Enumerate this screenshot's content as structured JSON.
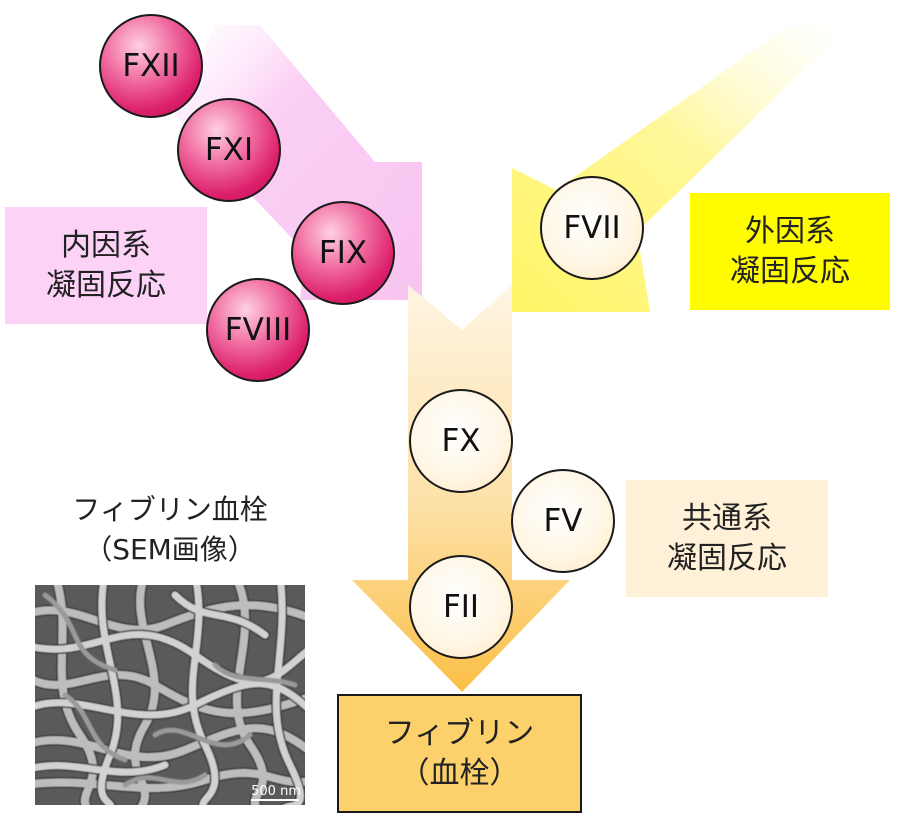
{
  "intrinsic_label": [
    "内因系",
    "凝固反応"
  ],
  "extrinsic_label": [
    "外因系",
    "凝固反応"
  ],
  "common_label": [
    "共通系",
    "凝固反応"
  ],
  "factors": {
    "fxii": "FXII",
    "fxi": "FXI",
    "fix": "FIX",
    "fviii": "FVIII",
    "fvii": "FVII",
    "fx": "FX",
    "fv": "FV",
    "fii": "FII"
  },
  "result_label": [
    "フィブリン",
    "（血栓）"
  ],
  "sem_title": [
    "フィブリン血栓",
    "（SEM画像）"
  ],
  "sem_scale": "500 nm",
  "colors": {
    "intrinsic_bg": "#fcd2f6",
    "extrinsic_bg": "#fffc00",
    "common_bg": "#fff1d8",
    "result_bg": "#fcd06a",
    "factor_pink": "#dc1f6a",
    "factor_cream": "#fff7e6"
  }
}
